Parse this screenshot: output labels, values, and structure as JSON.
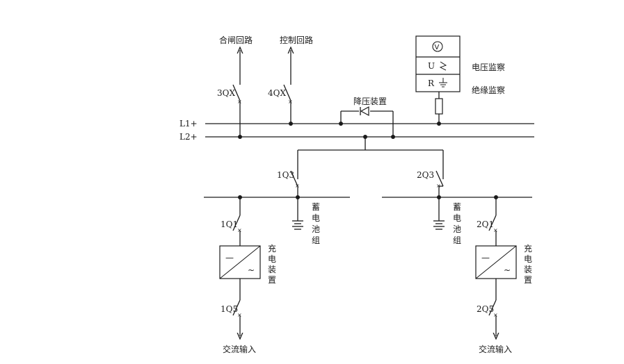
{
  "labels": {
    "close_circuit": "合闸回路",
    "control_circuit": "控制回路",
    "sw_3qx": "3QX",
    "sw_4qx": "4QX",
    "step_down": "降压装置",
    "bus_l1": "L1+",
    "bus_l2": "L2+",
    "voltage_monitor": "电压监察",
    "insulation_monitor": "绝缘监察",
    "meter_v": "V",
    "meter_u": "U",
    "meter_r": "R",
    "sw_1q3": "1Q3",
    "sw_2q3": "2Q3",
    "sw_1q1": "1Q1",
    "sw_2q1": "2Q1",
    "sw_1q5": "1Q5",
    "sw_2q5": "2Q5",
    "battery_left": [
      "蓄",
      "电",
      "池",
      "组"
    ],
    "battery_right": [
      "蓄",
      "电",
      "池",
      "组"
    ],
    "charger_left": [
      "充",
      "电",
      "装",
      "置"
    ],
    "charger_right": [
      "充",
      "电",
      "装",
      "置"
    ],
    "ac_input_left": "交流输入",
    "ac_input_right": "交流输入",
    "conv_dc": "—",
    "conv_ac": "~"
  }
}
